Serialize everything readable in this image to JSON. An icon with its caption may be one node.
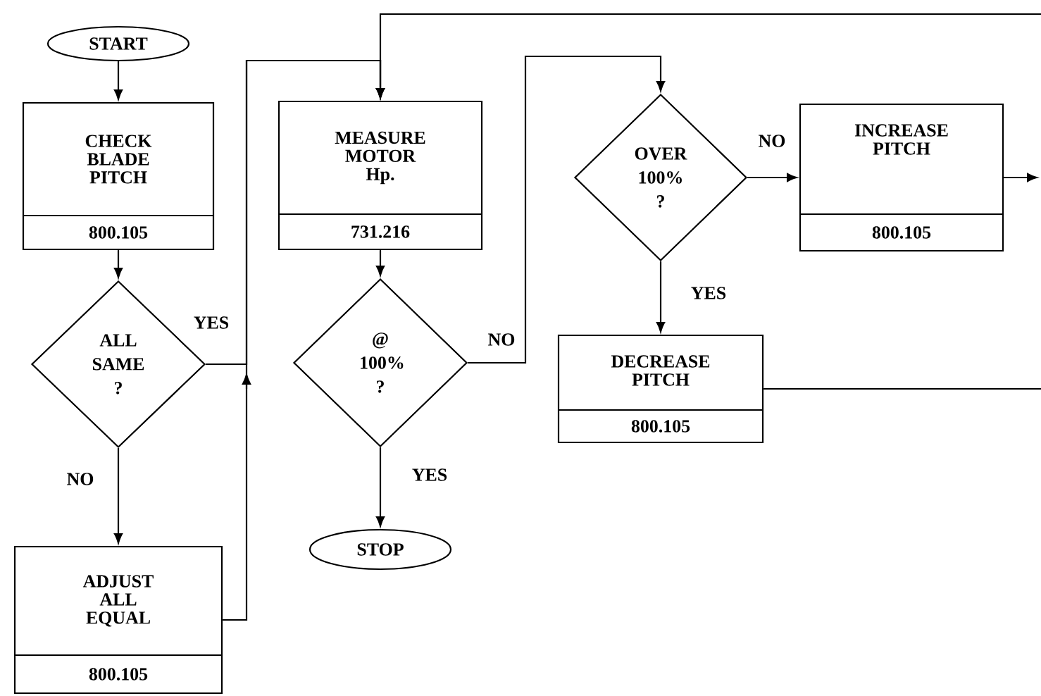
{
  "diagram": {
    "nodes": [
      {
        "text": [
          "START"
        ]
      },
      {
        "text": [
          "CHECK BLADE PITCH",
          "800.105"
        ]
      },
      {
        "text": [
          "ALL SAME ?"
        ]
      },
      {
        "text": [
          "ADJUST ALL EQUAL",
          "800.105"
        ]
      },
      {
        "text": [
          "MEASURE MOTOR Hp.",
          "731.216"
        ]
      },
      {
        "text": [
          "@ 100% ?"
        ]
      },
      {
        "text": [
          "STOP"
        ]
      },
      {
        "text": [
          "OVER 100% ?"
        ]
      },
      {
        "text": [
          "INCREASE PITCH",
          "800.105"
        ]
      },
      {
        "text": [
          "DECREASE PITCH",
          "800.105"
        ]
      }
    ],
    "edges": [
      {
        "from": 0,
        "to": 1,
        "arrow": "to"
      },
      {
        "from": 1,
        "to": 2,
        "arrow": "to"
      },
      {
        "from": 2,
        "to": 3,
        "arrow": "to",
        "label": "NO"
      },
      {
        "from": 2,
        "to": 4,
        "arrow": "to",
        "label": "YES"
      },
      {
        "from": 3,
        "to": 4,
        "arrow": "to"
      },
      {
        "from": 4,
        "to": 5,
        "arrow": "to"
      },
      {
        "from": 5,
        "to": 6,
        "arrow": "to",
        "label": "YES"
      },
      {
        "from": 5,
        "to": 7,
        "arrow": "to",
        "label": "NO"
      },
      {
        "from": 7,
        "to": 8,
        "arrow": "to",
        "label": "NO"
      },
      {
        "from": 7,
        "to": 9,
        "arrow": "to",
        "label": "YES"
      },
      {
        "from": 8,
        "to": null,
        "arrow": "to"
      },
      {
        "from": 9,
        "to": null,
        "arrow": "none"
      },
      {
        "from": null,
        "to": 4,
        "arrow": "to"
      }
    ]
  }
}
